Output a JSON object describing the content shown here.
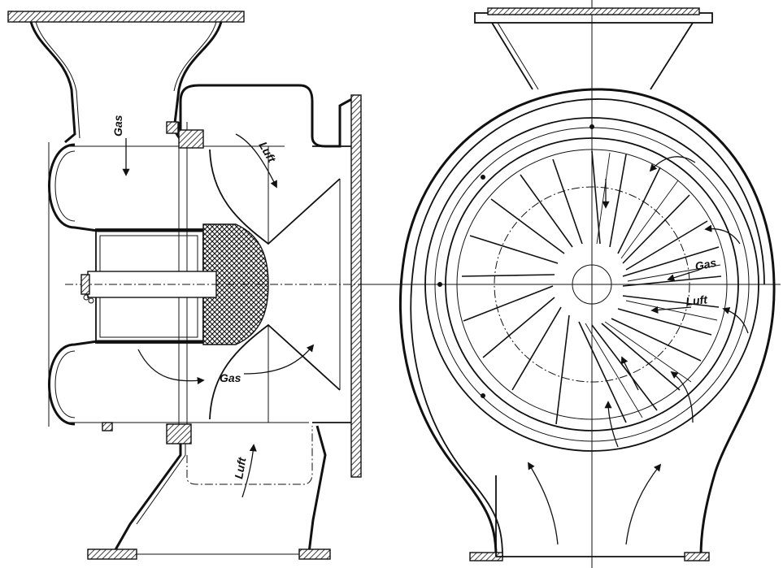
{
  "labels": {
    "gas_top": "Gas",
    "luft_top": "Luft",
    "gas_bottom": "Gas",
    "luft_bottom": "Luft",
    "gas_right": "Gas",
    "luft_right": "Luft"
  }
}
